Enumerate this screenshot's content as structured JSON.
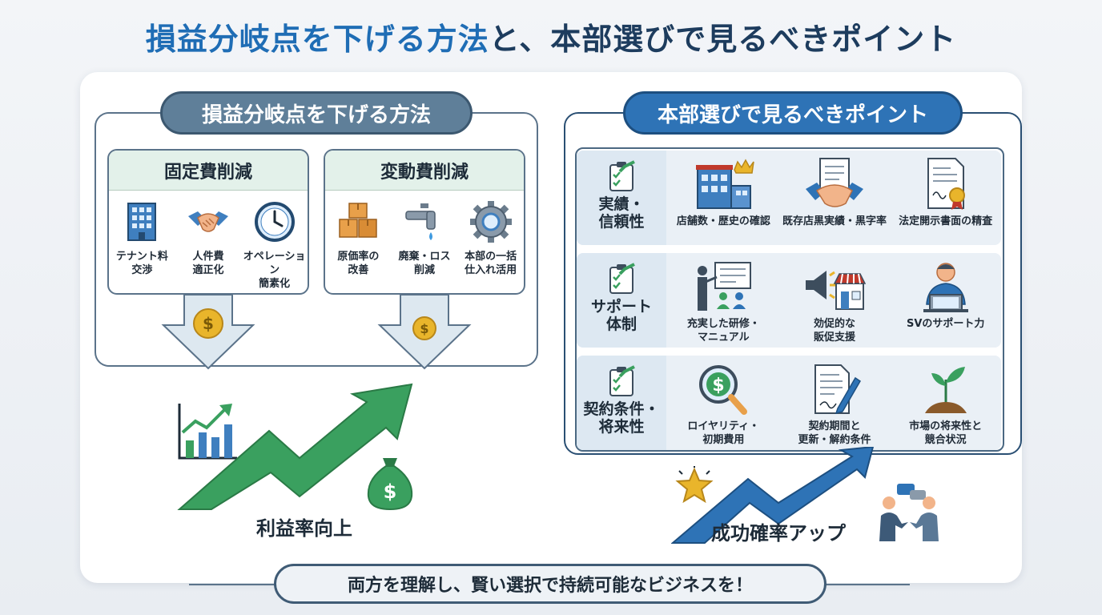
{
  "title": {
    "part1": "損益分岐点を下げる方法",
    "part2": "と、本部選びで見るべきポイント"
  },
  "left": {
    "heading": "損益分岐点を下げる方法",
    "fixed": {
      "title": "固定費削減",
      "items": [
        {
          "label": "テナント料\n交渉",
          "icon": "building-icon"
        },
        {
          "label": "人件費\n適正化",
          "icon": "handshake-icon"
        },
        {
          "label": "オペレーション\n簡素化",
          "icon": "clock-icon"
        }
      ]
    },
    "variable": {
      "title": "変動費削減",
      "items": [
        {
          "label": "原価率の\n改善",
          "icon": "boxes-icon"
        },
        {
          "label": "廃棄・ロス\n削減",
          "icon": "faucet-icon"
        },
        {
          "label": "本部の一括\n仕入れ活用",
          "icon": "gear-icon"
        }
      ]
    },
    "result": "利益率向上"
  },
  "right": {
    "heading": "本部選びで見るべきポイント",
    "rows": [
      {
        "label": "実績・\n信頼性",
        "items": [
          {
            "label": "店舗数・歴史の確認",
            "icon": "building-crown-icon"
          },
          {
            "label": "既存店黒実績・黒字率",
            "icon": "handshake-document-icon"
          },
          {
            "label": "法定開示書面の精査",
            "icon": "certificate-icon"
          }
        ]
      },
      {
        "label": "サポート\n体制",
        "items": [
          {
            "label": "充実した研修・\nマニュアル",
            "icon": "training-icon"
          },
          {
            "label": "効促的な\n販促支援",
            "icon": "megaphone-shop-icon"
          },
          {
            "label": "SVのサポート力",
            "icon": "supervisor-icon"
          }
        ]
      },
      {
        "label": "契約条件・\n将来性",
        "items": [
          {
            "label": "ロイヤリティ・\n初期費用",
            "icon": "magnifier-coin-icon"
          },
          {
            "label": "契約期間と\n更新・解約条件",
            "icon": "contract-pen-icon"
          },
          {
            "label": "市場の将来性と\n競合状況",
            "icon": "sprout-icon"
          }
        ]
      }
    ],
    "result": "成功確率アップ"
  },
  "bottom": "両方を理解し、賢い選択で持続可能なビジネスを！",
  "colors": {
    "green": "#3aa05f",
    "blue": "#2e73b6",
    "navy": "#1d3c5e",
    "gold": "#e9b52b"
  }
}
